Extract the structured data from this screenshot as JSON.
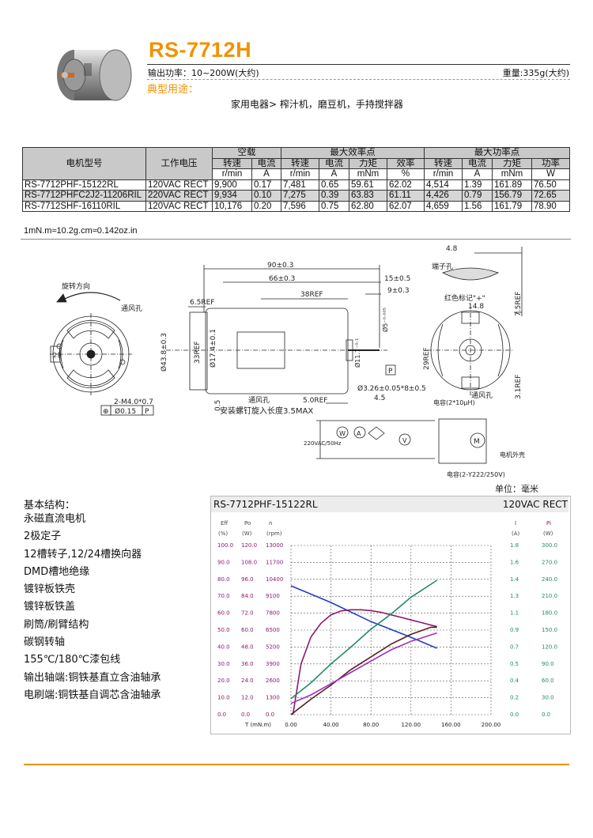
{
  "header": {
    "model": "RS-7712H",
    "output_power": "输出功率：10~200W(大约)",
    "weight": "重量:335g(大约)",
    "application_label": "典型用途：",
    "application_text": "家用电器> 榨汁机，磨豆机，手持搅拌器"
  },
  "spec_table": {
    "col_model": "电机型号",
    "col_voltage": "工作电压",
    "group_noload": "空载",
    "group_max_eff": "最大效率点",
    "group_max_power": "最大功率点",
    "sub": [
      "转速",
      "电流",
      "转速",
      "电流",
      "力矩",
      "效率",
      "转速",
      "电流",
      "力矩",
      "功率"
    ],
    "units": [
      "r/min",
      "A",
      "r/min",
      "A",
      "mNm",
      "%",
      "r/min",
      "A",
      "mNm",
      "W"
    ],
    "rows": [
      [
        "RS-7712PHF-15122RL",
        "120VAC RECT",
        "9,900",
        "0.17",
        "7,481",
        "0.65",
        "59.61",
        "62.02",
        "4,514",
        "1.39",
        "161.89",
        "76.50"
      ],
      [
        "RS-7712PHFC2J2-11206RIL",
        "220VAC RECT",
        "9,934",
        "0.10",
        "7,275",
        "0.39",
        "63.83",
        "61.11",
        "4,426",
        "0.79",
        "156.79",
        "72.65"
      ],
      [
        "RS-7712SHF-16110RIL",
        "120VAC RECT",
        "10,176",
        "0.20",
        "7,596",
        "0.75",
        "62.80",
        "62.07",
        "4,659",
        "1.56",
        "161.79",
        "78.90"
      ]
    ],
    "note": "1mN.m≈10.2g.cm≈0.142oz.in"
  },
  "drawing": {
    "rotation": "旋转方向",
    "vent1": "通风孔",
    "vent2": "通风孔",
    "vent3": "通风孔",
    "d29": "29",
    "holes": "2-M4.0*0.7",
    "tol_sym": "⊕",
    "tol_val": "Ø0.15",
    "tol_ref": "P",
    "d90": "90±0.3",
    "d66": "66±0.3",
    "d38": "38REF",
    "d65": "6.5REF",
    "d15": "15±0.5",
    "d9": "9±0.3",
    "d5": "Ø5⁻⁰·⁰⁰⁵",
    "d438": "Ø43.8±0.3",
    "d33": "33REF",
    "d174": "Ø17.4±0.1",
    "d11": "Ø11.7⁻⁰·¹",
    "p": "P",
    "flat": "Ø3.26±0.05*8±0.5",
    "d45": "4.5",
    "d50ref": "5.0REF",
    "d05": "0.5",
    "screw": "安装螺钉旋入长度3.5MAX",
    "d48": "4.8",
    "terminal": "端子孔",
    "red_mark": "红色标记\"+\"",
    "d148": "14.8",
    "d75": "7.5REF",
    "d29b": "29REF",
    "d31": "3.1REF",
    "cap1": "电容(2*10μH)",
    "cap2": "电容(2-Y222/250V)",
    "outer": "电机外壳",
    "supply": "220VAC/50Hz",
    "meter_w": "W",
    "meter_a": "A",
    "meter_v": "V",
    "motor": "M",
    "unit": "单位：毫米"
  },
  "structure": {
    "title": "基本结构：",
    "items": [
      "永磁直流电机",
      "2极定子",
      "12槽转子,12/24槽换向器",
      "DMD槽地绝缘",
      "镀锌板铁壳",
      "镀锌板铁盖",
      "刷筒/刷臂结构",
      "碳钢转轴",
      "155℃/180℃漆包线",
      "输出轴端:铜铁基直立含油轴承",
      "电刷端:铜铁基自调芯含油轴承"
    ]
  },
  "chart_data": {
    "type": "line",
    "title": "RS-7712PHF-15122RL",
    "subtitle": "120VAC RECT",
    "xlabel": "T  (mN.m)",
    "x_ticks": [
      "0.00",
      "40.00",
      "80.00",
      "120.00",
      "160.00",
      "200.00"
    ],
    "xlim": [
      0,
      200
    ],
    "left_axes": [
      {
        "name": "Eff",
        "unit": "(%)",
        "ticks": [
          "100.0",
          "90.0",
          "80.0",
          "70.0",
          "60.0",
          "50.0",
          "40.0",
          "30.0",
          "20.0",
          "10.0",
          "0.0"
        ]
      },
      {
        "name": "Po",
        "unit": "(W)",
        "ticks": [
          "120.0",
          "108.0",
          "96.0",
          "84.0",
          "72.0",
          "60.0",
          "48.0",
          "36.0",
          "24.0",
          "12.0",
          "0.0"
        ]
      },
      {
        "name": "n",
        "unit": "(rpm)",
        "ticks": [
          "13000",
          "11700",
          "10400",
          "9100",
          "7800",
          "6500",
          "5200",
          "3900",
          "2600",
          "1300",
          "0.0"
        ]
      }
    ],
    "right_axes": [
      {
        "name": "I",
        "unit": "(A)",
        "ticks": [
          "1.8",
          "1.6",
          "1.4",
          "1.3",
          "1.1",
          "0.9",
          "0.7",
          "0.5",
          "0.4",
          "0.2",
          "0.0"
        ]
      },
      {
        "name": "Pi",
        "unit": "(W)",
        "ticks": [
          "300.0",
          "270.0",
          "240.0",
          "210.0",
          "180.0",
          "150.0",
          "120.0",
          "90.0",
          "60.0",
          "30.0",
          "0.0"
        ]
      }
    ],
    "grid": true,
    "series": [
      {
        "color": "#1f3fbf",
        "axis": "n",
        "x": [
          0,
          40,
          80,
          120,
          146
        ],
        "y": [
          9900,
          8620,
          7150,
          5950,
          5100
        ]
      },
      {
        "color": "#8a1b6e",
        "axis": "Eff",
        "x": [
          2,
          10,
          20,
          30,
          40,
          50,
          60,
          70,
          80,
          90,
          100,
          110,
          120,
          130,
          146
        ],
        "y": [
          0,
          30,
          46,
          54,
          59,
          61.3,
          62,
          62,
          61.5,
          60.5,
          59,
          57.5,
          56,
          54.5,
          52
        ]
      },
      {
        "color": "#1f8a6e",
        "axis": "I",
        "x": [
          0,
          20,
          40,
          60,
          80,
          100,
          120,
          146
        ],
        "y": [
          0.17,
          0.34,
          0.54,
          0.72,
          0.91,
          1.07,
          1.25,
          1.43
        ]
      },
      {
        "color": "#5a1f1f",
        "axis": "Po",
        "x": [
          0,
          20,
          40,
          60,
          80,
          100,
          120,
          140,
          146
        ],
        "y": [
          0,
          11,
          21,
          32,
          41,
          50,
          57,
          62,
          62
        ]
      },
      {
        "color": "#a030c0",
        "axis": "Pi",
        "x": [
          0,
          20,
          40,
          60,
          80,
          100,
          120,
          146
        ],
        "y": [
          20,
          35,
          55,
          75,
          95,
          115,
          130,
          145
        ]
      }
    ]
  }
}
